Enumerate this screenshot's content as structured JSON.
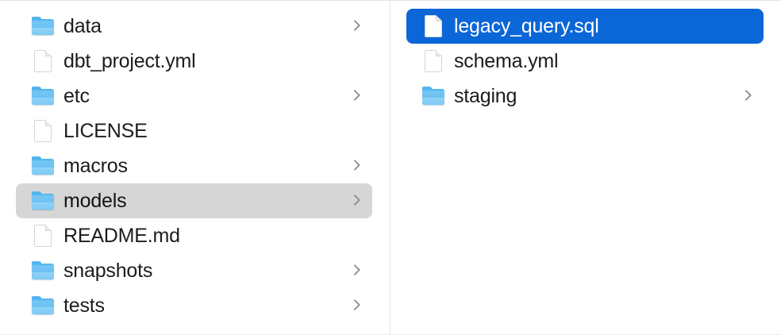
{
  "window": {
    "view_mode": "column",
    "background_color": "#ffffff",
    "divider_color": "#e3e3e3",
    "selection_active_color": "#0b66d8",
    "selection_inactive_color": "#d6d6d6",
    "label_color": "#1c1c1e",
    "chevron_icon": "chevron-right-icon",
    "folder_icon": "folder-icon",
    "file_icon": "file-icon"
  },
  "columns": [
    {
      "name": "parent-column",
      "items": [
        {
          "label": "data",
          "kind": "folder",
          "has_chevron": true,
          "state": "normal"
        },
        {
          "label": "dbt_project.yml",
          "kind": "file",
          "has_chevron": false,
          "state": "normal"
        },
        {
          "label": "etc",
          "kind": "folder",
          "has_chevron": true,
          "state": "normal"
        },
        {
          "label": "LICENSE",
          "kind": "file",
          "has_chevron": false,
          "state": "normal"
        },
        {
          "label": "macros",
          "kind": "folder",
          "has_chevron": true,
          "state": "normal"
        },
        {
          "label": "models",
          "kind": "folder",
          "has_chevron": true,
          "state": "selected-inactive"
        },
        {
          "label": "README.md",
          "kind": "file",
          "has_chevron": false,
          "state": "normal"
        },
        {
          "label": "snapshots",
          "kind": "folder",
          "has_chevron": true,
          "state": "normal"
        },
        {
          "label": "tests",
          "kind": "folder",
          "has_chevron": true,
          "state": "normal"
        }
      ]
    },
    {
      "name": "child-column",
      "items": [
        {
          "label": "legacy_query.sql",
          "kind": "file",
          "has_chevron": false,
          "state": "selected-active"
        },
        {
          "label": "schema.yml",
          "kind": "file",
          "has_chevron": false,
          "state": "normal"
        },
        {
          "label": "staging",
          "kind": "folder",
          "has_chevron": true,
          "state": "normal"
        }
      ]
    }
  ]
}
